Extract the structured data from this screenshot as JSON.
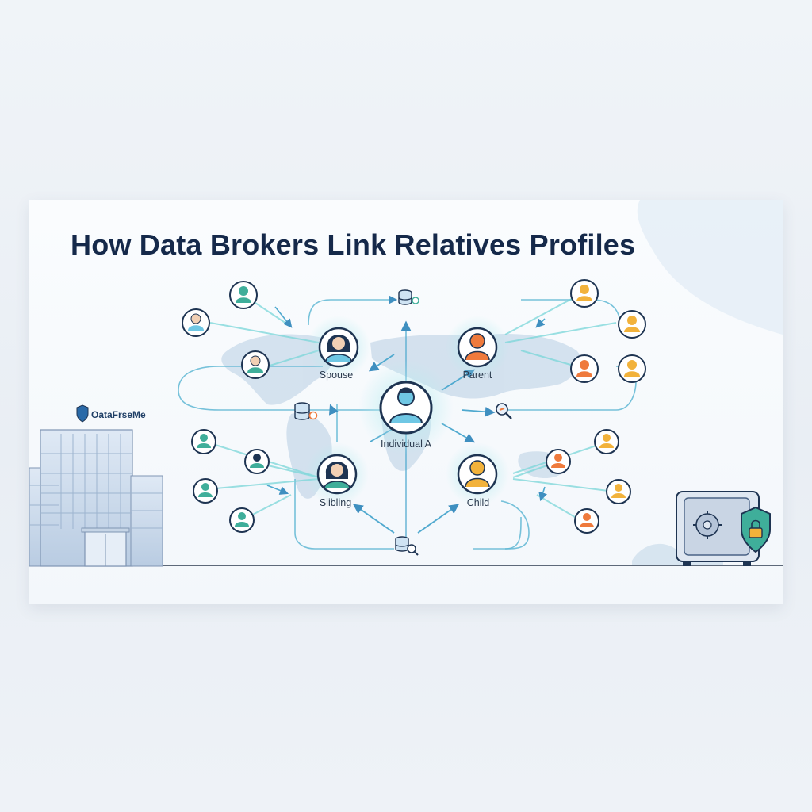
{
  "title": "How Data Brokers Link Relatives Profiles",
  "brand_logo": {
    "text": "OataFrseMe",
    "icon": "shield-icon"
  },
  "center_node": {
    "label": "Individual A",
    "icon": "person-icon"
  },
  "relations": [
    {
      "id": "spouse",
      "label": "Spouse",
      "icon": "person-female-icon"
    },
    {
      "id": "parent",
      "label": "Parent",
      "icon": "person-icon"
    },
    {
      "id": "sibling",
      "label": "Siibling",
      "icon": "person-female-icon"
    },
    {
      "id": "child",
      "label": "Child",
      "icon": "person-icon"
    }
  ],
  "data_icons": [
    "database-icon",
    "database-icon",
    "link-search-icon",
    "database-search-icon"
  ],
  "decor": {
    "left": "office-building-icon",
    "right": "safe-with-shield-lock-icon",
    "background": "world-map"
  },
  "colors": {
    "title": "#15294a",
    "flow": "#4fbcd0",
    "teal": "#3fae9a",
    "orange": "#ef7a3c",
    "amber": "#f2b23b",
    "node_border": "#1e3452"
  }
}
